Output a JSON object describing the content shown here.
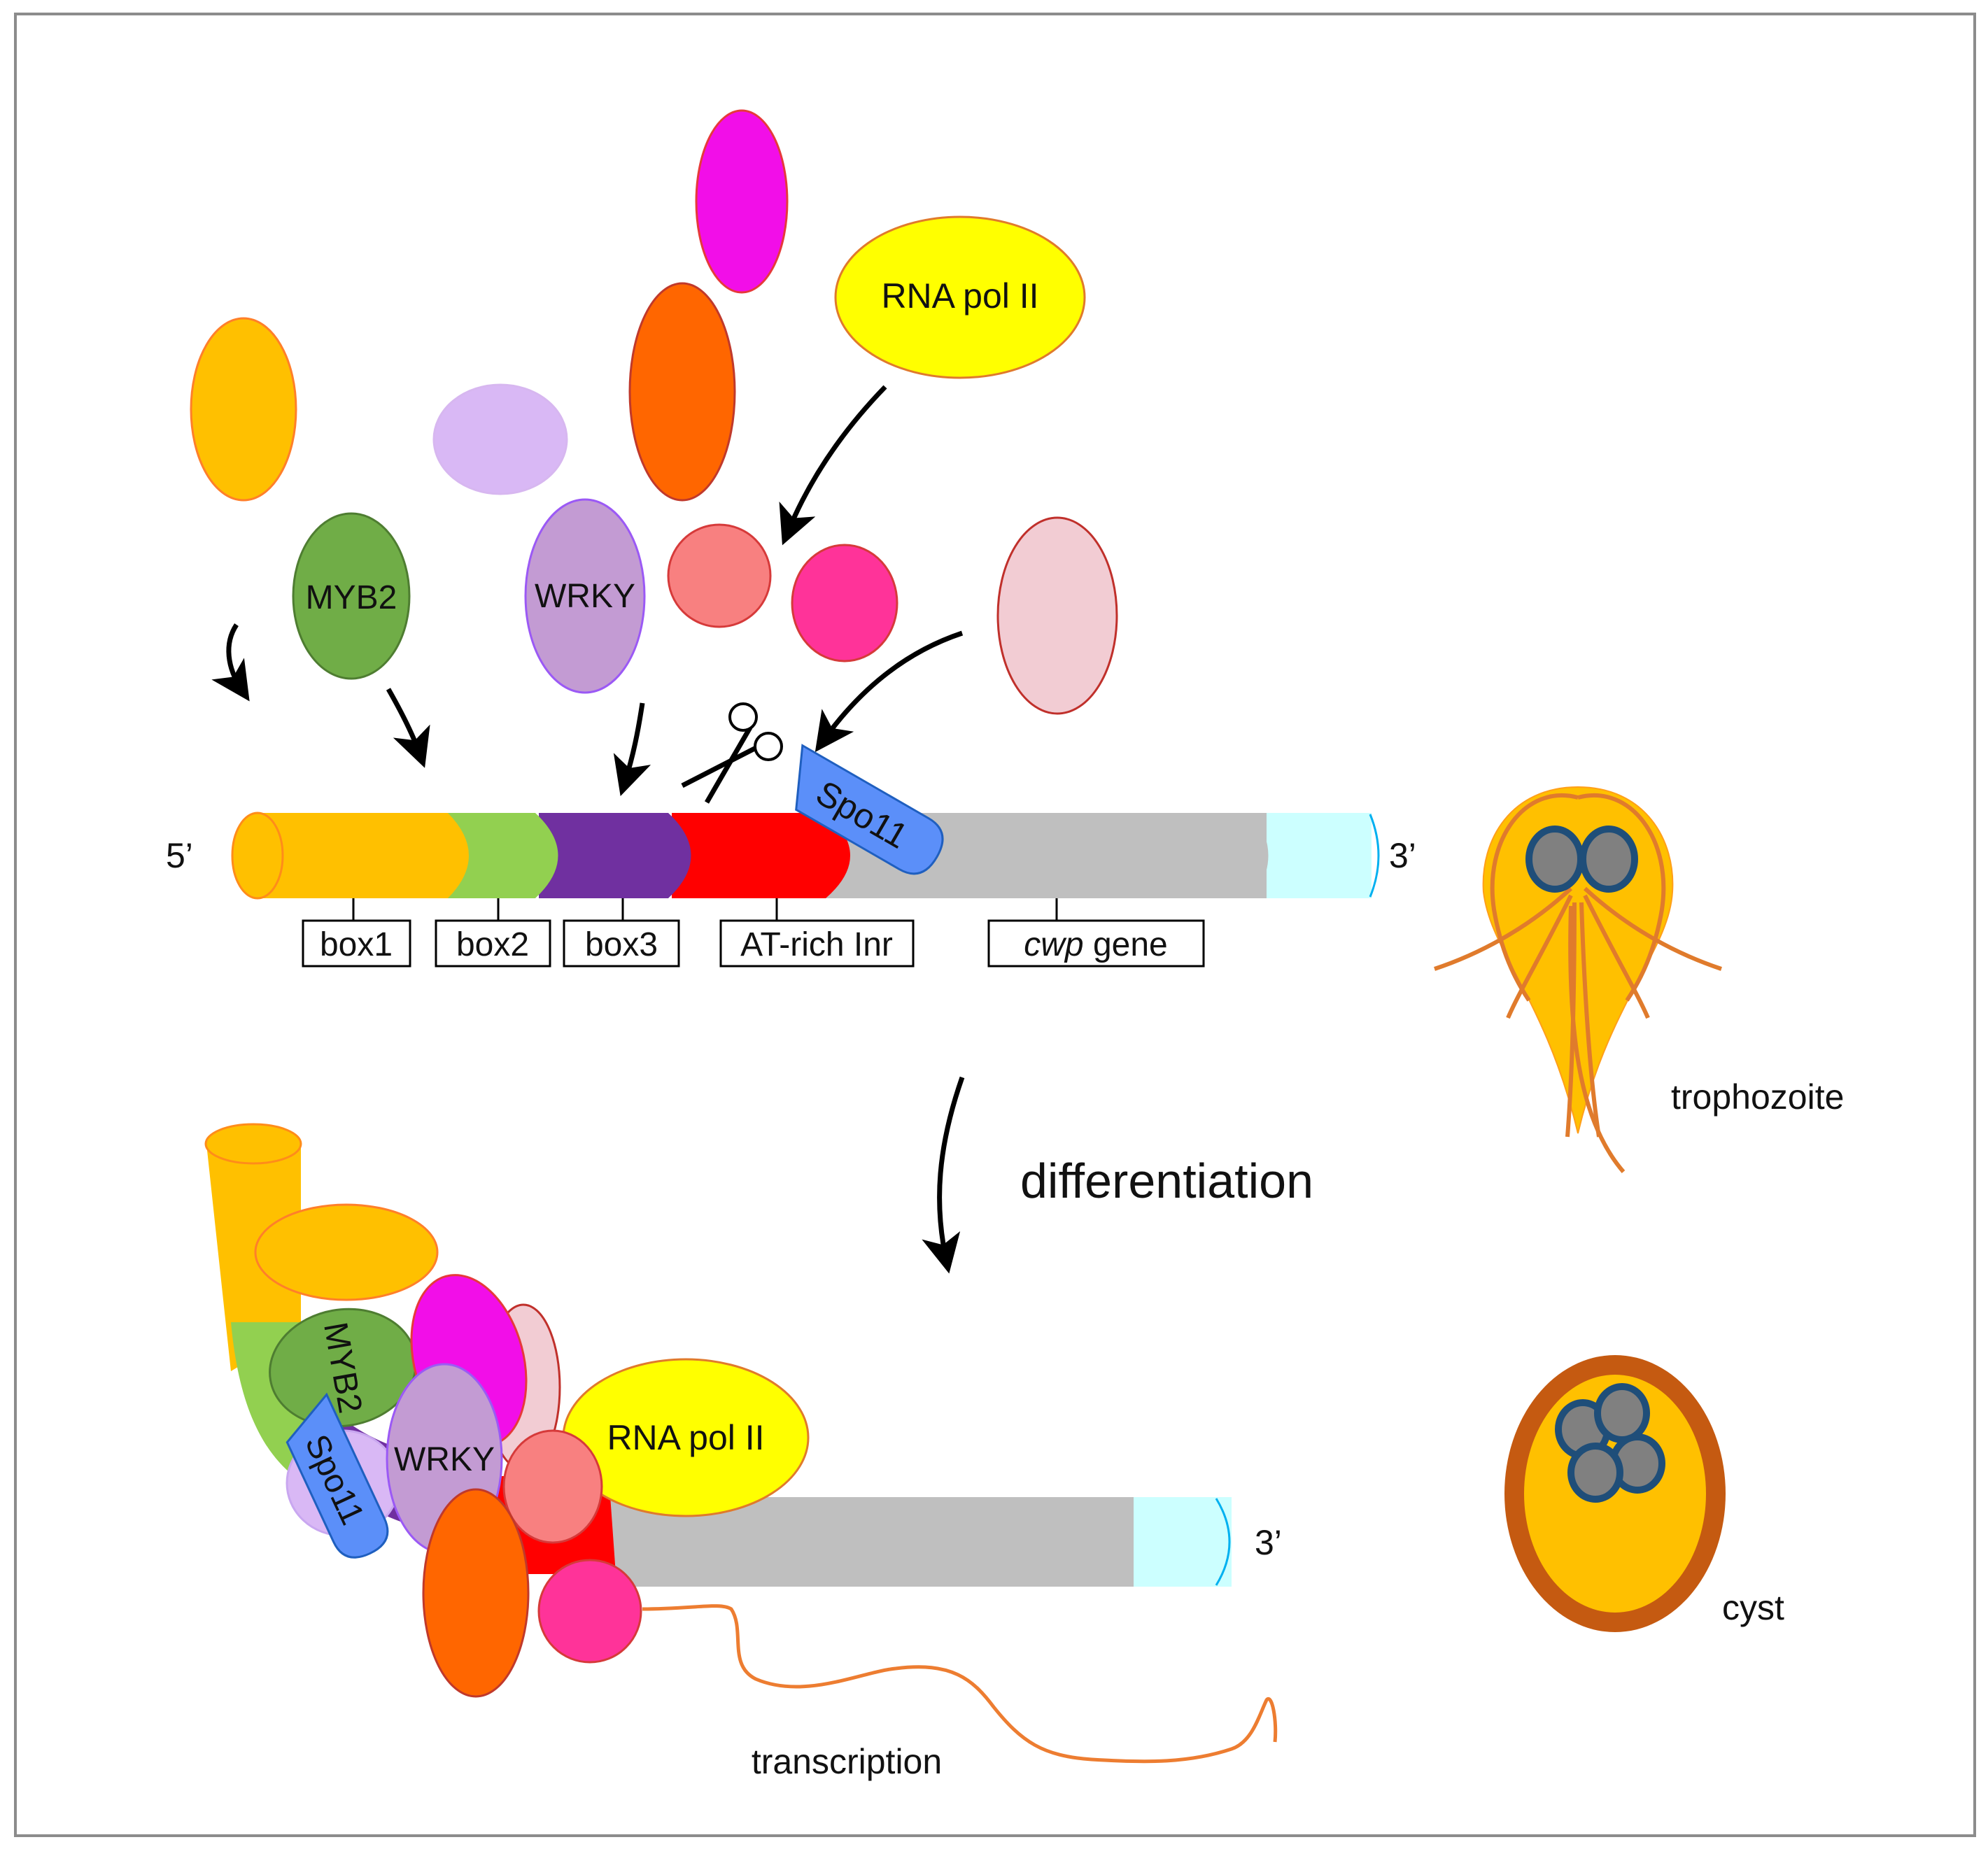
{
  "labels": {
    "five_prime": "5’",
    "three_prime_top": "3’",
    "three_prime_bottom": "3’",
    "rna_pol_top": "RNA pol II",
    "rna_pol_bottom": "RNA pol II",
    "myb2_top": "MYB2",
    "myb2_bottom": "MYB2",
    "wrky_top": "WRKY",
    "wrky_bottom": "WRKY",
    "spo11_top": "Spo11",
    "spo11_bottom": "Spo11",
    "differentiation": "differentiation",
    "trophozoite": "trophozoite",
    "cyst": "cyst",
    "transcription": "transcription"
  },
  "boxes": {
    "box1": "box1",
    "box2": "box2",
    "box3": "box3",
    "inr": "AT-rich Inr",
    "cwp_italic": "cwp",
    "cwp_rest": " gene"
  },
  "colors": {
    "box1_yellow": "#FFC000",
    "box2_green": "#92D050",
    "box3_purple": "#7030A0",
    "inr_red": "#FF0000",
    "gene_gray": "#BFBFBF",
    "utr_cyan": "#CCFFFF",
    "rna_pol_yellow": "#FFFF00",
    "myb2_green": "#70AD47",
    "wrky_lavender": "#C39BD3",
    "spo11_blue": "#5B8FF9",
    "magenta": "#F20EE8",
    "orange": "#FF6600",
    "salmon": "#F88080",
    "pink": "#FF3399",
    "light_pink": "#F2CCD3",
    "light_lavender": "#D9B8F5",
    "mrna_orange": "#ED7D31",
    "cyst_wall": "#C55A11",
    "nucleus_gray": "#808080",
    "nucleus_ring": "#1F4E79"
  },
  "icons": [
    "scissors-icon",
    "arrow-icon"
  ]
}
